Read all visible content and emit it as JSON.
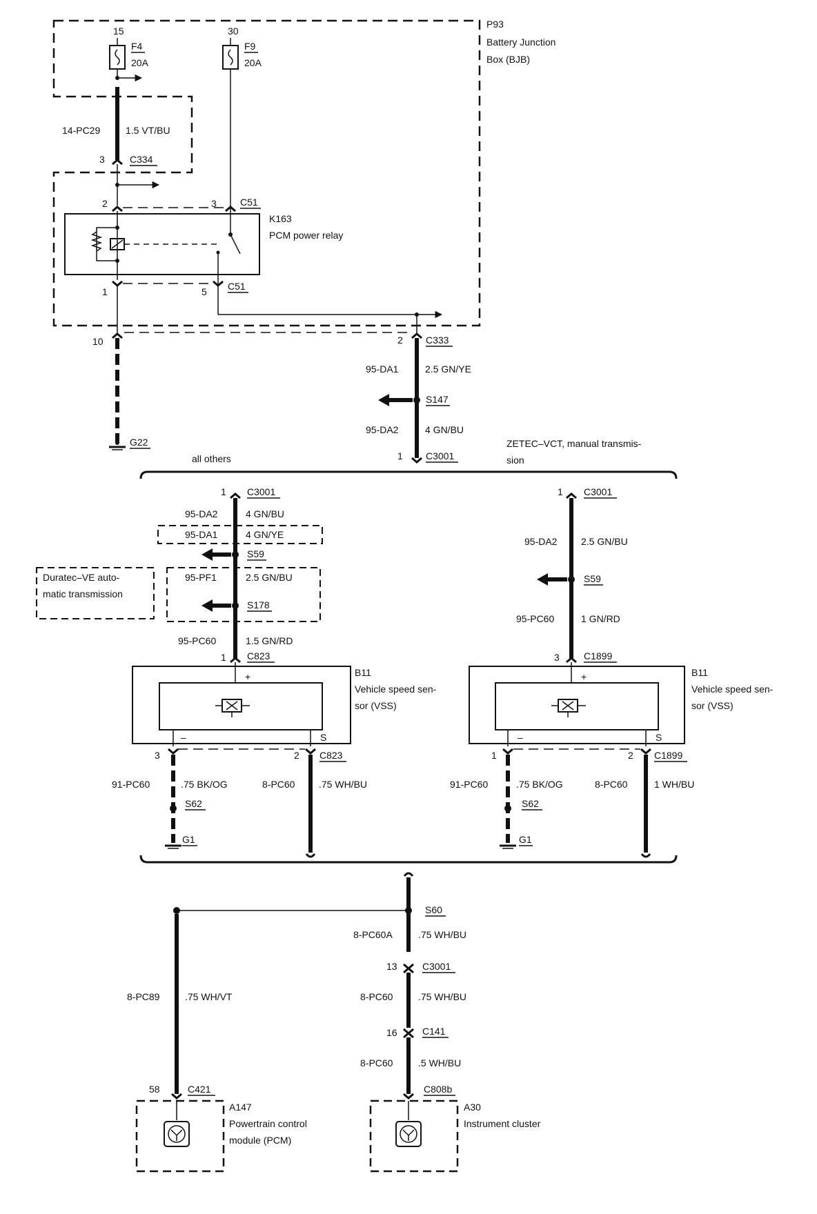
{
  "bjb": {
    "id": "P93",
    "name_line1": "Battery Junction",
    "name_line2": "Box (BJB)"
  },
  "fuse_f4": {
    "pin": "15",
    "id": "F4",
    "rating": "20A"
  },
  "fuse_f9": {
    "pin": "30",
    "id": "F9",
    "rating": "20A"
  },
  "wire_pc29": {
    "code": "14-PC29",
    "spec": "1.5 VT/BU"
  },
  "conn_c334": {
    "pin": "3",
    "id": "C334"
  },
  "relay": {
    "id": "K163",
    "name": "PCM power relay",
    "pin2": "2",
    "pin3": "3",
    "conn_top": "C51",
    "pin1": "1",
    "pin5": "5",
    "conn_bottom": "C51"
  },
  "ground_g22": {
    "pin": "10",
    "id": "G22"
  },
  "conn_c333": {
    "pin": "2",
    "id": "C333"
  },
  "wire_da1": {
    "code": "95-DA1",
    "spec": "2.5 GN/YE"
  },
  "splice_s147": {
    "id": "S147"
  },
  "wire_da2_top": {
    "code": "95-DA2",
    "spec": "4 GN/BU"
  },
  "conn_c3001_top": {
    "pin": "1",
    "id": "C3001"
  },
  "variants": {
    "left": "all others",
    "right_line1": "ZETEC–VCT, manual transmis-",
    "right_line2": "sion"
  },
  "left_branch": {
    "c3001_pin": "1",
    "c3001_id": "C3001",
    "da2_code": "95-DA2",
    "da2_spec": "4 GN/BU",
    "da1_code": "95-DA1",
    "da1_spec": "4 GN/YE",
    "s59": "S59",
    "duratec_line1": "Duratec–VE auto-",
    "duratec_line2": "matic transmission",
    "pf1_code": "95-PF1",
    "pf1_spec": "2.5 GN/BU",
    "s178": "S178",
    "pc60_code": "95-PC60",
    "pc60_spec": "1.5 GN/RD",
    "c823_pin": "1",
    "c823_id": "C823",
    "sensor_id": "B11",
    "sensor_line1": "Vehicle speed sen-",
    "sensor_line2": "sor (VSS)",
    "plus": "+",
    "minus": "–",
    "s_label": "S",
    "pin3": "3",
    "pin2": "2",
    "c823b_id": "C823",
    "w91_code": "91-PC60",
    "w91_spec": ".75 BK/OG",
    "w8_code": "8-PC60",
    "w8_spec": ".75 WH/BU",
    "s62": "S62",
    "g1": "G1"
  },
  "right_branch": {
    "c3001_pin": "1",
    "c3001_id": "C3001",
    "da2_code": "95-DA2",
    "da2_spec": "2.5 GN/BU",
    "s59": "S59",
    "pc60_code": "95-PC60",
    "pc60_spec": "1 GN/RD",
    "c1899_pin": "3",
    "c1899_id": "C1899",
    "sensor_id": "B11",
    "sensor_line1": "Vehicle speed sen-",
    "sensor_line2": "sor (VSS)",
    "plus": "+",
    "minus": "–",
    "s_label": "S",
    "pin1": "1",
    "pin2": "2",
    "c1899b_id": "C1899",
    "w91_code": "91-PC60",
    "w91_spec": ".75 BK/OG",
    "w8_code": "8-PC60",
    "w8_spec": "1 WH/BU",
    "s62": "S62",
    "g1": "G1"
  },
  "bottom": {
    "s60": "S60",
    "pc60a_code": "8-PC60A",
    "pc60a_spec": ".75 WH/BU",
    "c3001_pin": "13",
    "c3001_id": "C3001",
    "pc60_code1": "8-PC60",
    "pc60_spec1": ".75 WH/BU",
    "c141_pin": "16",
    "c141_id": "C141",
    "pc60_code2": "8-PC60",
    "pc60_spec2": ".5 WH/BU",
    "c808b_id": "C808b",
    "pc89_code": "8-PC89",
    "pc89_spec": ".75 WH/VT",
    "c421_pin": "58",
    "c421_id": "C421",
    "pcm_id": "A147",
    "pcm_line1": "Powertrain control",
    "pcm_line2": "module (PCM)",
    "ic_id": "A30",
    "ic_name": "Instrument cluster"
  }
}
